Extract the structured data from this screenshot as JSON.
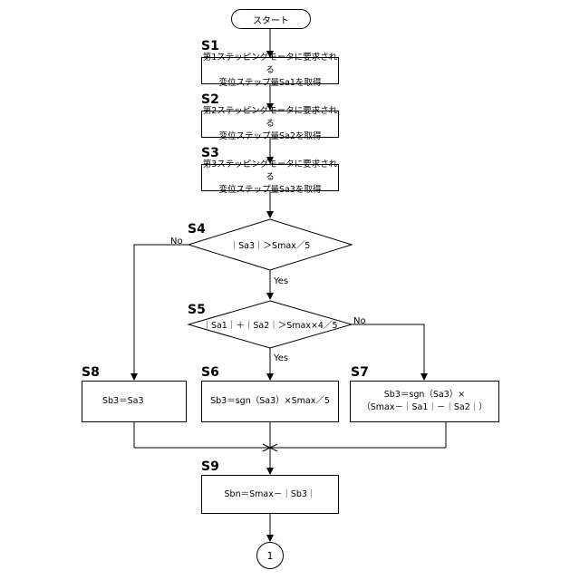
{
  "start_label": "スタート",
  "steps": {
    "s1": {
      "id": "S1",
      "lines": [
        "第1ステッピングモータに要求される",
        "変位ステップ量Sa1を取得"
      ]
    },
    "s2": {
      "id": "S2",
      "lines": [
        "第2ステッピングモータに要求される",
        "変位ステップ量Sa2を取得"
      ]
    },
    "s3": {
      "id": "S3",
      "lines": [
        "第3ステッピングモータに要求される",
        "変位ステップ量Sa3を取得"
      ]
    },
    "s4": {
      "id": "S4",
      "condition": "｜Sa3｜＞Smax／5"
    },
    "s5": {
      "id": "S5",
      "condition": "｜Sa1｜＋｜Sa2｜＞Smax×4／5"
    },
    "s6": {
      "id": "S6",
      "text": "Sb3＝sgn（Sa3）×Smax／5"
    },
    "s7": {
      "id": "S7",
      "lines": [
        "Sb3＝sgn（Sa3）×",
        "（Smax－｜Sa1｜－｜Sa2｜）"
      ]
    },
    "s8": {
      "id": "S8",
      "text": "Sb3＝Sa3"
    },
    "s9": {
      "id": "S9",
      "text": "Sbn＝Smax－｜Sb3｜"
    }
  },
  "labels": {
    "yes": "Yes",
    "no": "No"
  },
  "connector_label": "1"
}
